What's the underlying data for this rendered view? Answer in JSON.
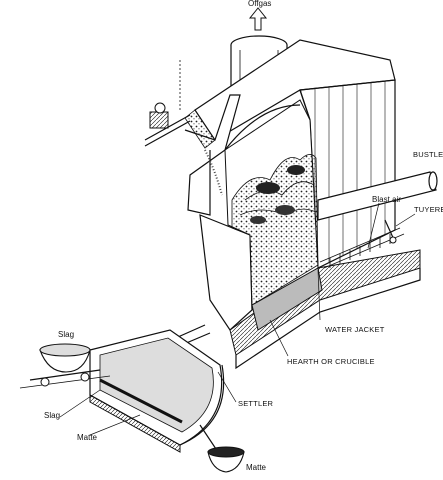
{
  "labels": {
    "offgas": "Offgas",
    "bustle_pipe": "BUSTLE PIPE",
    "blast_air": "Blast air",
    "tuyere": "TUYERE",
    "water_jacket": "WATER JACKET",
    "hearth": "HEARTH OR CRUCIBLE",
    "settler": "SETTLER",
    "slag_top": "Slag",
    "slag_inner": "Slag",
    "matte_inner": "Matte",
    "matte_bottom": "Matte"
  },
  "colors": {
    "ink": "#111111",
    "background": "#ffffff",
    "charge": "#1a1a1a",
    "liquid_slag": "#dcdcdc",
    "liquid_matte": "#222222"
  }
}
